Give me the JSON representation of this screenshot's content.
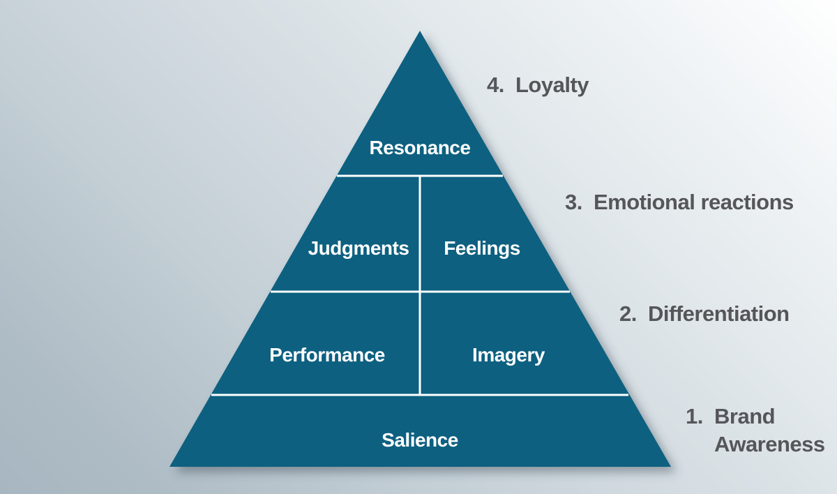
{
  "pyramid": {
    "blocks": {
      "resonance": "Resonance",
      "judgments": "Judgments",
      "feelings": "Feelings",
      "performance": "Performance",
      "imagery": "Imagery",
      "salience": "Salience"
    }
  },
  "side_labels": {
    "loyalty": {
      "num": "4.",
      "text": "Loyalty"
    },
    "emotional_reactions": {
      "num": "3.",
      "text": "Emotional reactions"
    },
    "differentiation": {
      "num": "2.",
      "text": "Differentiation"
    },
    "brand_awareness": {
      "num": "1.",
      "text": "Brand Awareness"
    }
  },
  "colors": {
    "pyramid_fill": "#0e6180",
    "divider": "#ffffff",
    "block_text": "#ffffff",
    "side_label_text": "#55565a",
    "background_top_right": "#ffffff",
    "background_bottom_left": "#a7b6c0"
  }
}
